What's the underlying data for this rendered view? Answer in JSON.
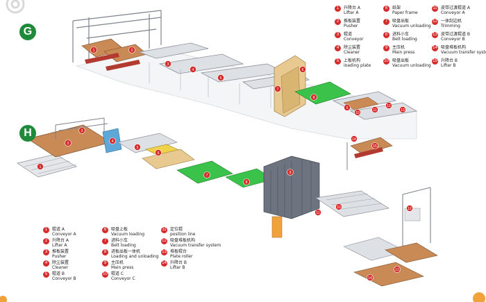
{
  "sections": {
    "g": "G",
    "h": "H"
  },
  "legend_g": [
    {
      "n": "1",
      "zh": "升降台 A",
      "en": "Lifter A"
    },
    {
      "n": "2",
      "zh": "推板装置",
      "en": "Pusher"
    },
    {
      "n": "3",
      "zh": "辊道",
      "en": "Conveyor"
    },
    {
      "n": "4",
      "zh": "除尘装置",
      "en": "Cleaner"
    },
    {
      "n": "5",
      "zh": "上板机构",
      "en": "loading plate"
    },
    {
      "n": "6",
      "zh": "纸架",
      "en": "Paper frame"
    },
    {
      "n": "7",
      "zh": "吸盘出板",
      "en": "Vacuum unloading"
    },
    {
      "n": "8",
      "zh": "进料小车",
      "en": "Belt loading"
    },
    {
      "n": "9",
      "zh": "主压机",
      "en": "Main press"
    },
    {
      "n": "10",
      "zh": "吸盘出板",
      "en": "Vacuum unloading"
    },
    {
      "n": "11",
      "zh": "皮带过渡辊道 A",
      "en": "Conveyor A"
    },
    {
      "n": "12",
      "zh": "一体刮边机",
      "en": "Trimming"
    },
    {
      "n": "13",
      "zh": "皮带过渡辊道 B",
      "en": "Conveyor B"
    },
    {
      "n": "14",
      "zh": "吸盘堆板机构",
      "en": "Vacuum transfer system"
    },
    {
      "n": "15",
      "zh": "升降台 B",
      "en": "Lifter B"
    }
  ],
  "legend_h": [
    {
      "n": "1",
      "zh": "辊道 A",
      "en": "Conveyor A"
    },
    {
      "n": "2",
      "zh": "升降台 A",
      "en": "Lifter A"
    },
    {
      "n": "3",
      "zh": "推板装置",
      "en": "Pusher"
    },
    {
      "n": "4",
      "zh": "除尘装置",
      "en": "Cleaner"
    },
    {
      "n": "5",
      "zh": "辊道 B",
      "en": "Conveyor B"
    },
    {
      "n": "6",
      "zh": "吸盘上板",
      "en": "Vacuum loading"
    },
    {
      "n": "7",
      "zh": "进料小车",
      "en": "Belt loading"
    },
    {
      "n": "8",
      "zh": "进板出板一体机",
      "en": "Loading and unloading"
    },
    {
      "n": "9",
      "zh": "主压机",
      "en": "Main press"
    },
    {
      "n": "10",
      "zh": "辊道 C",
      "en": "Conveyor C"
    },
    {
      "n": "11",
      "zh": "定位辊",
      "en": "position line"
    },
    {
      "n": "12",
      "zh": "吸盘堆板机构",
      "en": "Vacuum transfer system"
    },
    {
      "n": "13",
      "zh": "堆板辊台",
      "en": "Plate roller"
    },
    {
      "n": "14",
      "zh": "升降台 B",
      "en": "Lifter B"
    }
  ],
  "markers_g": [
    "1",
    "2",
    "3",
    "4",
    "5",
    "6",
    "7",
    "8",
    "9",
    "10",
    "11",
    "12",
    "13",
    "14",
    "15"
  ],
  "markers_h": [
    "1",
    "2",
    "3",
    "4",
    "5",
    "6",
    "7",
    "8",
    "9",
    "10",
    "11",
    "12",
    "13",
    "14"
  ],
  "colors": {
    "green": "#1f8a3a",
    "red": "#d62b2b",
    "board": "#c98a55",
    "frame": "#8a8f98",
    "press": "#6d7480",
    "platform": "#3bc24a",
    "paper": "#e8c98f"
  }
}
